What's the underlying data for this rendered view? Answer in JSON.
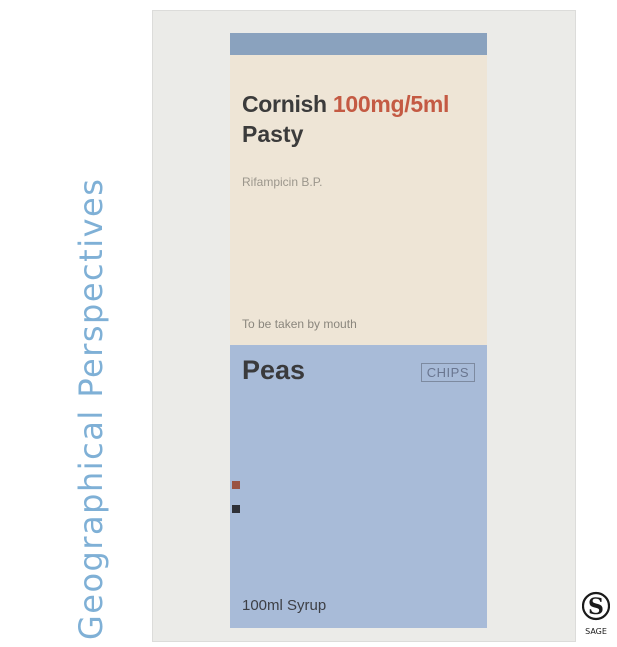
{
  "series_title": "Geographical Perspectives",
  "label": {
    "product_name": "Cornish",
    "strength": "100mg/5ml",
    "product_name_line2": "Pasty",
    "ingredient": "Rifampicin B.P.",
    "directions": "To be taken by mouth",
    "secondary_name": "Peas",
    "tag": "CHIPS",
    "volume": "100ml Syrup"
  },
  "colors": {
    "title_blue": "#7fb0d6",
    "band_blue": "#8aa2be",
    "cream": "#eee5d6",
    "lower_blue": "#a8bbd8",
    "strength_red": "#c45a43"
  },
  "logo": {
    "letter": "S",
    "text": "SAGE"
  }
}
